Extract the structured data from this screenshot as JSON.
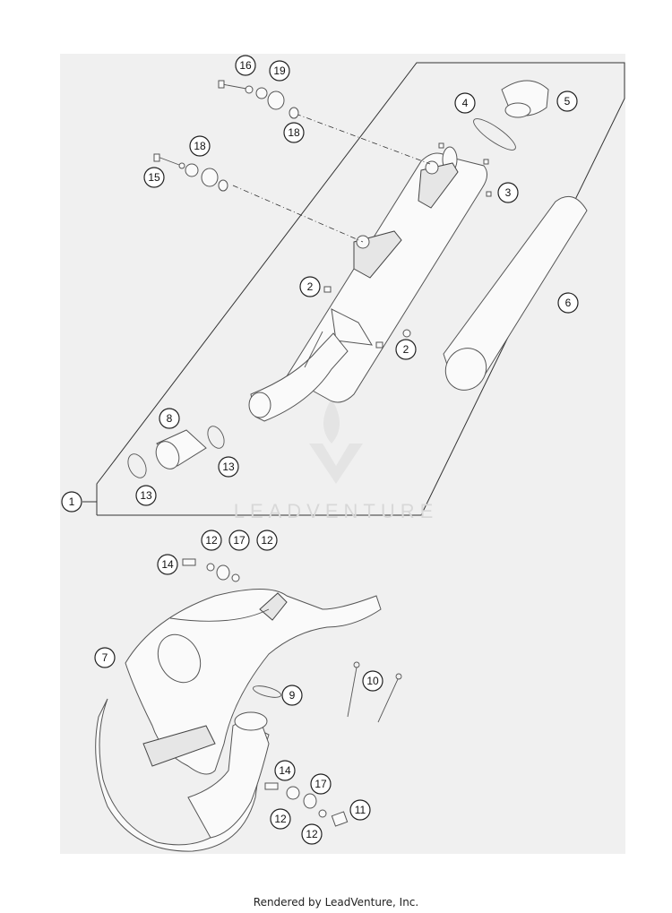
{
  "callouts": {
    "c1": "1",
    "c2a": "2",
    "c2b": "2",
    "c3": "3",
    "c4": "4",
    "c5": "5",
    "c6": "6",
    "c7": "7",
    "c8": "8",
    "c9": "9",
    "c10": "10",
    "c11": "11",
    "c12a": "12",
    "c12b": "12",
    "c12c": "12",
    "c12d": "12",
    "c13a": "13",
    "c13b": "13",
    "c14a": "14",
    "c14b": "14",
    "c15": "15",
    "c16": "16",
    "c17a": "17",
    "c17b": "17",
    "c18a": "18",
    "c18b": "18",
    "c19": "19"
  },
  "watermark": "LEADVENTURE",
  "footer": "Rendered by LeadVenture, Inc."
}
